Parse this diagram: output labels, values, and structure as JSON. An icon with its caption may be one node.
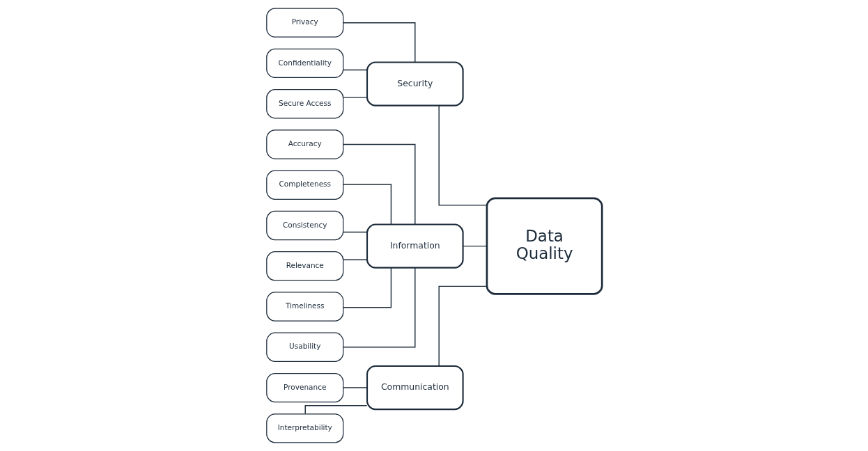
{
  "diagram": {
    "nodes": [
      {
        "text": [
          "Accuracy"
        ]
      },
      {
        "text": [
          "Completeness"
        ]
      },
      {
        "text": [
          "Consistency"
        ]
      },
      {
        "text": [
          "Relevance"
        ]
      },
      {
        "text": [
          "Timeliness"
        ]
      },
      {
        "text": [
          "Usability"
        ]
      },
      {
        "text": [
          "Privacy"
        ]
      },
      {
        "text": [
          "Confidentiality"
        ]
      },
      {
        "text": [
          "Secure Access"
        ]
      },
      {
        "text": [
          "Provenance"
        ]
      },
      {
        "text": [
          "Interpretability"
        ]
      },
      {
        "text": [
          "Security"
        ]
      },
      {
        "text": [
          "Information"
        ]
      },
      {
        "text": [
          "Communication"
        ]
      },
      {
        "text": [
          "Data Quality"
        ]
      }
    ],
    "edges": [
      {
        "from": 6,
        "to": 11,
        "arrow": "none"
      },
      {
        "from": 7,
        "to": 11,
        "arrow": "none"
      },
      {
        "from": 8,
        "to": 11,
        "arrow": "none"
      },
      {
        "from": 0,
        "to": 12,
        "arrow": "none"
      },
      {
        "from": 1,
        "to": 12,
        "arrow": "none"
      },
      {
        "from": 2,
        "to": 12,
        "arrow": "none"
      },
      {
        "from": 3,
        "to": 12,
        "arrow": "none"
      },
      {
        "from": 4,
        "to": 12,
        "arrow": "none"
      },
      {
        "from": 5,
        "to": 12,
        "arrow": "none"
      },
      {
        "from": 9,
        "to": 13,
        "arrow": "none"
      },
      {
        "from": 10,
        "to": 13,
        "arrow": "none"
      },
      {
        "from": 11,
        "to": 14,
        "arrow": "none"
      },
      {
        "from": 12,
        "to": 14,
        "arrow": "none"
      },
      {
        "from": 13,
        "to": 14,
        "arrow": "none"
      }
    ]
  }
}
